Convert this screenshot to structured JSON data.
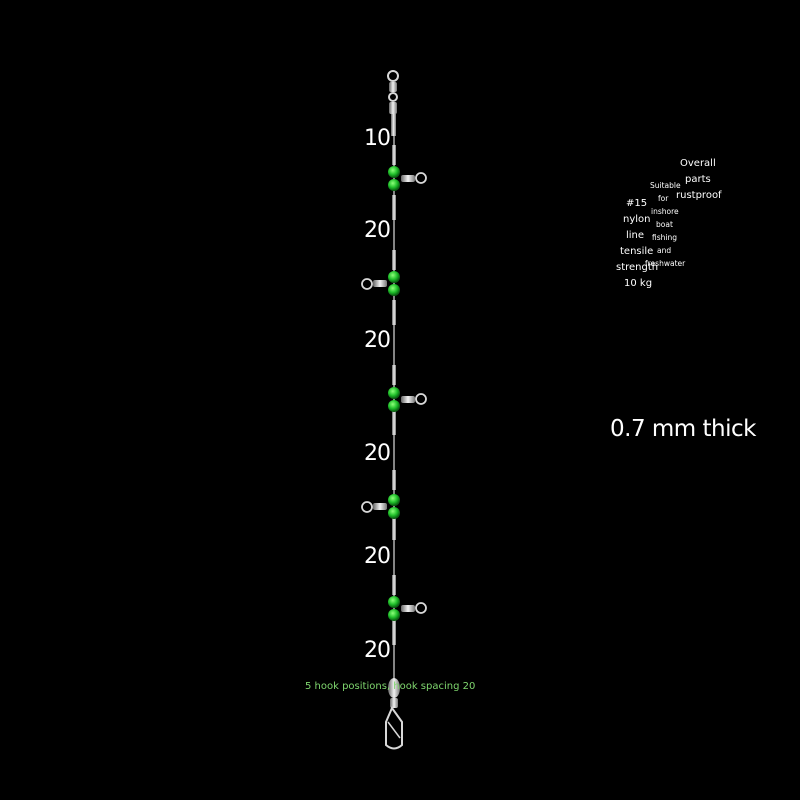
{
  "rig": {
    "spacing_labels": [
      "10",
      "20",
      "20",
      "20",
      "20",
      "20"
    ],
    "bead_color": "#1fbf2a"
  },
  "specs": {
    "rustproof": [
      "Overall",
      "parts",
      "rustproof"
    ],
    "usage": [
      "Suitable",
      "for",
      "inshore",
      "boat",
      "fishing",
      "and",
      "freshwater"
    ],
    "line": [
      "#15",
      "nylon",
      "line",
      "tensile",
      "strength",
      "10 kg"
    ],
    "thickness": "0.7 mm thick"
  },
  "caption": "5 hook positions, hook spacing 20",
  "colors": {
    "background": "#000000",
    "text": "#ffffff",
    "caption": "#7fd66e"
  }
}
